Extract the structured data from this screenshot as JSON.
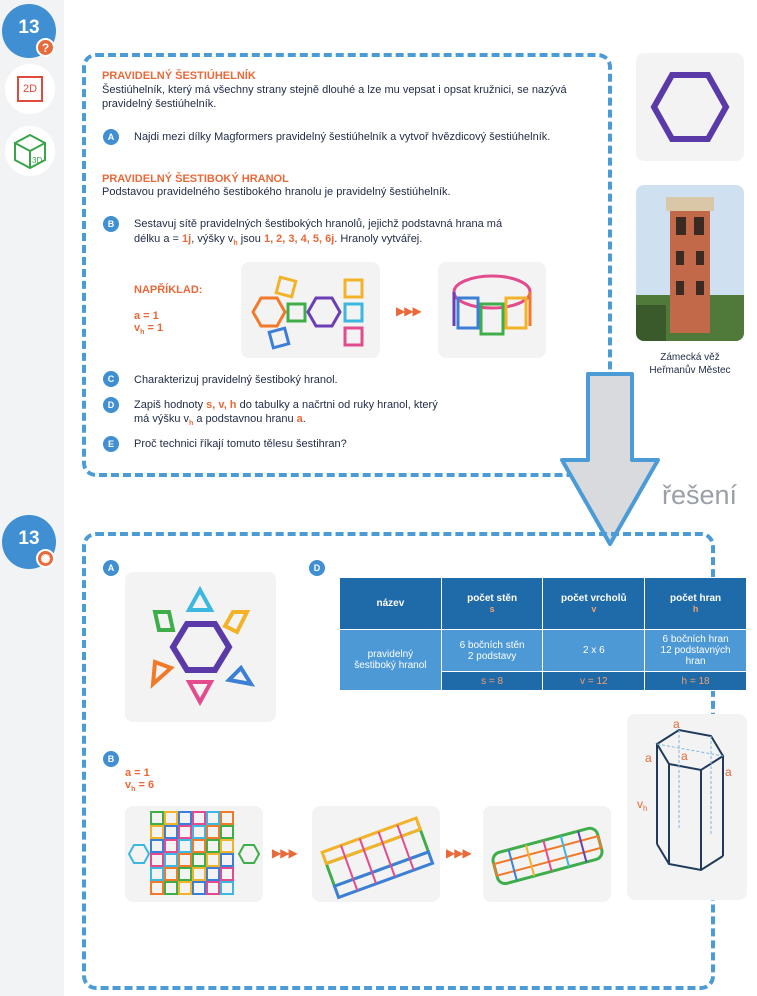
{
  "top": {
    "number": "13",
    "badge": "?",
    "icon_2d": "2D",
    "icon_3d": "3D",
    "hexagon": {
      "title": "PRAVIDELNÝ ŠESTIÚHELNÍK",
      "text1": "Šestiúhelník, který má všechny strany stejně dlouhé a lze mu vepsat i opsat kružnici, se nazývá",
      "text2": "pravidelný šestiúhelník."
    },
    "prism": {
      "title": "PRAVIDELNÝ ŠESTIBOKÝ HRANOL",
      "text": "Podstavou pravidelného šestibokého hranolu je pravidelný šestiúhelník."
    },
    "tasks": {
      "A": {
        "letter": "A",
        "text": "Najdi mezi dílky Magformers pravidelný šestiúhelník a vytvoř hvězdicový šestiúhelník."
      },
      "B": {
        "letter": "B",
        "line1": "Sestavuj sítě pravidelných šestibokých hranolů, jejichž podstavná hrana má",
        "l2a": "délku a = ",
        "l2b": "1j",
        "l2c": ", výšky v",
        "l2d": "h",
        "l2e": " jsou ",
        "l2f": "1, 2, 3, 4, 5, 6j",
        "l2g": ". Hranoly vytvářej."
      },
      "C": {
        "letter": "C",
        "text": "Charakterizuj pravidelný šestiboký hranol."
      },
      "D": {
        "letter": "D",
        "l1a": "Zapiš hodnoty ",
        "l1b": "s, v, h",
        "l1c": " do tabulky a načrtni od ruky hranol, který",
        "l2a": "má výšku v",
        "l2b": "h",
        "l2c": " a podstavnou hranu ",
        "l2d": "a",
        "l2e": "."
      },
      "E": {
        "letter": "E",
        "text": "Proč technici říkají tomuto tělesu šestihran?"
      }
    },
    "example": {
      "label": "NAPŘÍKLAD:",
      "a": "a = 1",
      "v": "v",
      "v_sub": "h",
      "v_val": " = 1",
      "arrows": "▶▶▶"
    },
    "tower_caption": {
      "line1": "Zámecká věž",
      "line2": "Heřmanův Městec"
    }
  },
  "reseni": "řešení",
  "bottom": {
    "number": "13",
    "badge": "✺",
    "letter_a": "A",
    "letter_b": "B",
    "letter_d": "D",
    "b_params": {
      "a": "a = 1",
      "v": "v",
      "v_sub": "h",
      "v_val": " = 6"
    },
    "arrows": "▶▶▶",
    "table": {
      "headers": [
        {
          "label": "název",
          "sub": ""
        },
        {
          "label": "počet stěn",
          "sub": "s"
        },
        {
          "label": "počet vrcholů",
          "sub": "v"
        },
        {
          "label": "počet hran",
          "sub": "h"
        }
      ],
      "row": {
        "name_line1": "pravidelný",
        "name_line2": "šestiboký hranol",
        "walls_line1": "6 bočních stěn",
        "walls_line2": "2 podstavy",
        "vertices": "2 x 6",
        "edges_line1": "6 bočních hran",
        "edges_line2": "12 podstavných",
        "edges_line3": "hran"
      },
      "totals": {
        "s": "s = 8",
        "v": "v = 12",
        "h": "h = 18"
      }
    },
    "sketch_labels": {
      "a": "a",
      "vh": "v",
      "vh_sub": "h"
    }
  },
  "colors": {
    "accent_blue": "#3f8fd2",
    "accent_orange": "#e8693a",
    "dash_blue": "#4b9bd6",
    "table_dark": "#1f6aa8",
    "table_light": "#4c99d6"
  }
}
